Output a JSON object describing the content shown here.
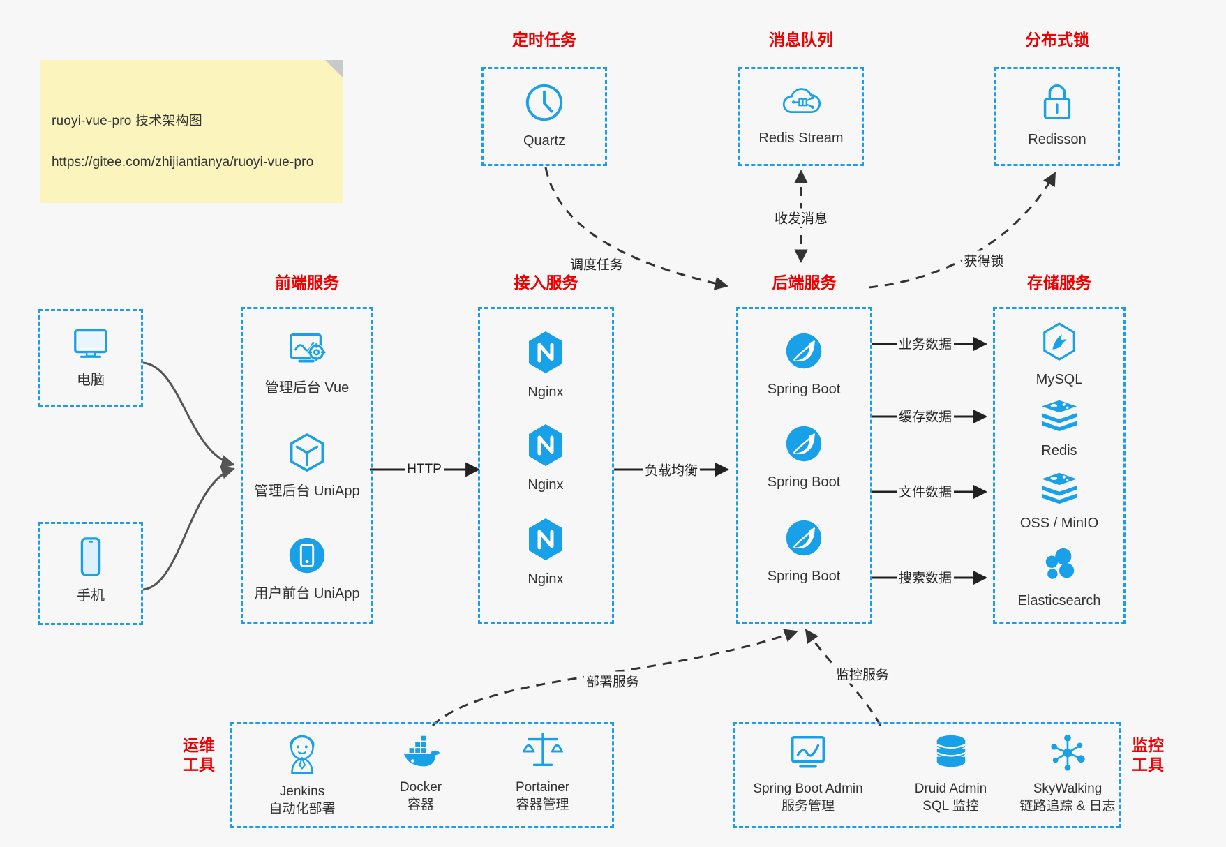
{
  "note": {
    "line1": "ruoyi-vue-pro 技术架构图",
    "line2": "https://gitee.com/zhijiantianya/ruoyi-vue-pro"
  },
  "colors": {
    "group_border": "#1a9cf0",
    "group_title": "#ee0000",
    "icon_blue": "#18a0e8",
    "edge_solid": "#222222",
    "edge_curve": "#555555",
    "background": "#f7f7f7",
    "note_bg": "#fbf4bd"
  },
  "groups": {
    "scheduler": {
      "title": "定时任务"
    },
    "mq": {
      "title": "消息队列"
    },
    "lock": {
      "title": "分布式锁"
    },
    "frontend": {
      "title": "前端服务"
    },
    "gateway": {
      "title": "接入服务"
    },
    "backend": {
      "title": "后端服务"
    },
    "storage": {
      "title": "存储服务"
    },
    "devops": {
      "title": "运维\n工具"
    },
    "monitor": {
      "title": "监控\n工具"
    }
  },
  "nodes": {
    "pc": {
      "label": "电脑",
      "icon": "desktop-icon"
    },
    "phone": {
      "label": "手机",
      "icon": "mobile-icon"
    },
    "quartz": {
      "label": "Quartz",
      "icon": "clock-icon"
    },
    "redis_stream": {
      "label": "Redis Stream",
      "icon": "cloud-stream-icon"
    },
    "redisson": {
      "label": "Redisson",
      "icon": "lock-icon"
    },
    "admin_vue": {
      "label": "管理后台 Vue",
      "icon": "dashboard-gear-icon"
    },
    "admin_uniapp": {
      "label": "管理后台 UniApp",
      "icon": "hexagon-cube-icon"
    },
    "user_uniapp": {
      "label": "用户前台 UniApp",
      "icon": "mobile-circle-icon"
    },
    "nginx1": {
      "label": "Nginx",
      "icon": "nginx-icon"
    },
    "nginx2": {
      "label": "Nginx",
      "icon": "nginx-icon"
    },
    "nginx3": {
      "label": "Nginx",
      "icon": "nginx-icon"
    },
    "spring1": {
      "label": "Spring Boot",
      "icon": "spring-boot-icon"
    },
    "spring2": {
      "label": "Spring Boot",
      "icon": "spring-boot-icon"
    },
    "spring3": {
      "label": "Spring Boot",
      "icon": "spring-boot-icon"
    },
    "mysql": {
      "label": "MySQL",
      "icon": "mysql-icon"
    },
    "redis": {
      "label": "Redis",
      "icon": "redis-icon"
    },
    "oss": {
      "label": "OSS / MinIO",
      "icon": "redis-icon"
    },
    "elasticsearch": {
      "label": "Elasticsearch",
      "icon": "elasticsearch-icon"
    },
    "jenkins": {
      "label": "Jenkins\n自动化部署",
      "icon": "jenkins-icon"
    },
    "docker": {
      "label": "Docker\n容器",
      "icon": "docker-icon"
    },
    "portainer": {
      "label": "Portainer\n容器管理",
      "icon": "scales-icon"
    },
    "sba": {
      "label": "Spring Boot Admin\n服务管理",
      "icon": "monitor-chart-icon"
    },
    "druid": {
      "label": "Druid Admin\nSQL 监控",
      "icon": "database-icon"
    },
    "skywalking": {
      "label": "SkyWalking\n链路追踪 & 日志",
      "icon": "skywalking-icon"
    }
  },
  "edges": {
    "http": "HTTP",
    "load_balance": "负载均衡",
    "schedule_task": "调度任务",
    "send_receive_message": "收发消息",
    "acquire_lock": "获得锁",
    "business_data": "业务数据",
    "cache_data": "缓存数据",
    "file_data": "文件数据",
    "search_data": "搜索数据",
    "deploy_service": "部署服务",
    "monitor_service": "监控服务"
  }
}
